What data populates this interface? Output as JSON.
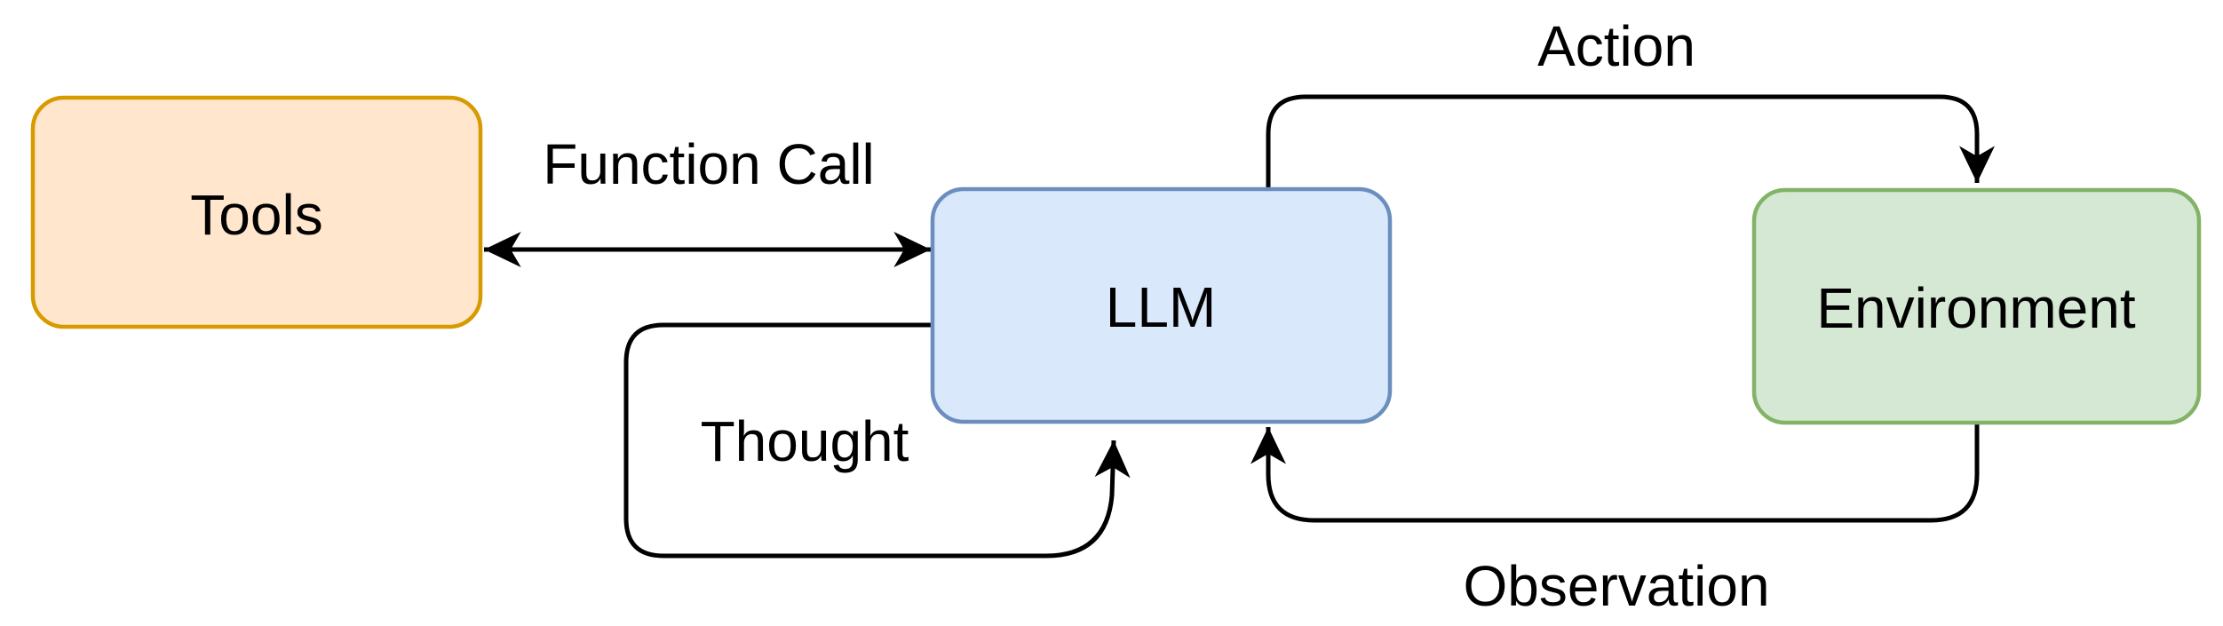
{
  "diagram": {
    "type": "llm-agent-loop-flow-diagram",
    "background": "#ffffff",
    "line_color": "#000000",
    "text_color": "#000000"
  },
  "nodes": {
    "tools": {
      "label": "Tools",
      "fill": "#ffe6cc",
      "stroke": "#d79b00"
    },
    "llm": {
      "label": "LLM",
      "fill": "#dae8fc",
      "stroke": "#6c8ebf"
    },
    "environment": {
      "label": "Environment",
      "fill": "#d5e8d4",
      "stroke": "#82b366"
    }
  },
  "edges": {
    "function_call": {
      "label": "Function Call",
      "from": "Tools",
      "to": "LLM",
      "arrows": "both"
    },
    "thought": {
      "label": "Thought",
      "from": "LLM",
      "to": "LLM",
      "arrows": "end"
    },
    "action": {
      "label": "Action",
      "from": "LLM",
      "to": "Environment",
      "arrows": "end"
    },
    "observation": {
      "label": "Observation",
      "from": "Environment",
      "to": "LLM",
      "arrows": "end"
    }
  }
}
